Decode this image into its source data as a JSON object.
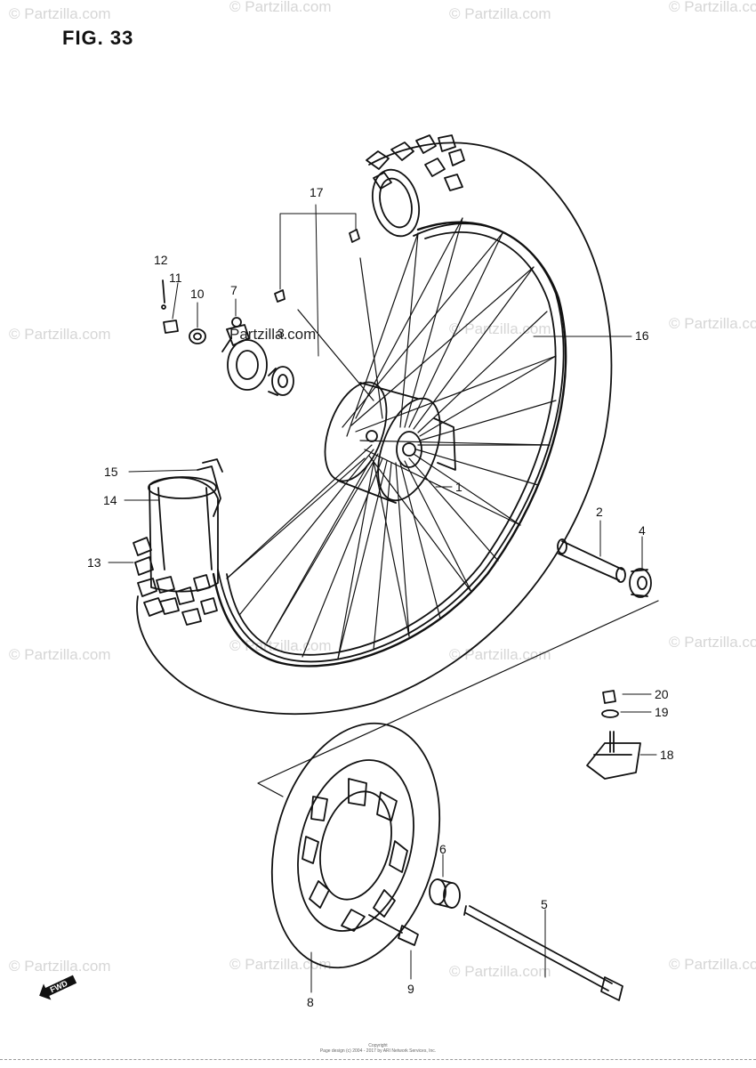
{
  "figure": {
    "title": "FIG. 33"
  },
  "watermark": {
    "text": "© Partzilla.com",
    "brand": "Partzilla.com"
  },
  "footer": {
    "line1": "Copyright",
    "line2": "Page design (c) 2004 - 2017 by ARI Network Services, Inc."
  },
  "fwd": {
    "label": "FWD"
  },
  "callouts": {
    "c1": "1",
    "c2": "2",
    "c3": "3",
    "c4": "4",
    "c5": "5",
    "c6": "6",
    "c7": "7",
    "c8": "8",
    "c9": "9",
    "c10": "10",
    "c11": "11",
    "c12": "12",
    "c13": "13",
    "c14": "14",
    "c15": "15",
    "c16": "16",
    "c17": "17",
    "c18": "18",
    "c19": "19",
    "c20": "20"
  },
  "colors": {
    "line": "#111111",
    "watermark": "#d6d6d6"
  }
}
